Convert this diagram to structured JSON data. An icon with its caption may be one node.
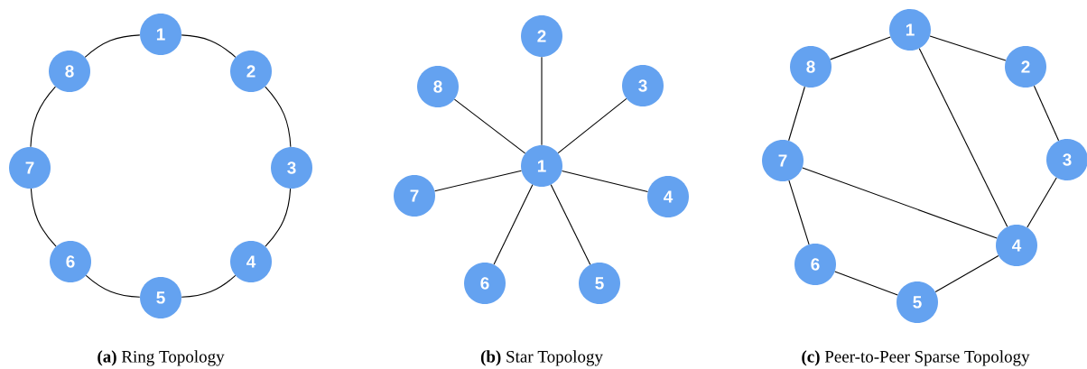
{
  "diagram": {
    "nodes": [
      {
        "text": [
          "1"
        ]
      },
      {
        "text": [
          "2"
        ]
      },
      {
        "text": [
          "3"
        ]
      },
      {
        "text": [
          "4"
        ]
      },
      {
        "text": [
          "5"
        ]
      },
      {
        "text": [
          "6"
        ]
      },
      {
        "text": [
          "7"
        ]
      },
      {
        "text": [
          "8"
        ]
      },
      {
        "text": [
          "2"
        ]
      },
      {
        "text": [
          "8"
        ]
      },
      {
        "text": [
          "3"
        ]
      },
      {
        "text": [
          "1"
        ]
      },
      {
        "text": [
          "7"
        ]
      },
      {
        "text": [
          "4"
        ]
      },
      {
        "text": [
          "6"
        ]
      },
      {
        "text": [
          "5"
        ]
      },
      {
        "text": [
          "1"
        ]
      },
      {
        "text": [
          "8"
        ]
      },
      {
        "text": [
          "2"
        ]
      },
      {
        "text": [
          "7"
        ]
      },
      {
        "text": [
          "3"
        ]
      },
      {
        "text": [
          "4"
        ]
      },
      {
        "text": [
          "6"
        ]
      },
      {
        "text": [
          "5"
        ]
      }
    ],
    "edges": [
      {
        "from": 0,
        "to": 1,
        "arrow": "none"
      },
      {
        "from": 1,
        "to": 2,
        "arrow": "none"
      },
      {
        "from": 2,
        "to": 3,
        "arrow": "none"
      },
      {
        "from": 3,
        "to": 4,
        "arrow": "none"
      },
      {
        "from": 4,
        "to": 5,
        "arrow": "none"
      },
      {
        "from": 5,
        "to": 6,
        "arrow": "none"
      },
      {
        "from": 6,
        "to": 7,
        "arrow": "none"
      },
      {
        "from": 7,
        "to": 0,
        "arrow": "none"
      },
      {
        "from": 11,
        "to": 8,
        "arrow": "none"
      },
      {
        "from": 11,
        "to": 10,
        "arrow": "none"
      },
      {
        "from": 11,
        "to": 13,
        "arrow": "none"
      },
      {
        "from": 11,
        "to": 15,
        "arrow": "none"
      },
      {
        "from": 11,
        "to": 14,
        "arrow": "none"
      },
      {
        "from": 11,
        "to": 12,
        "arrow": "none"
      },
      {
        "from": 11,
        "to": 9,
        "arrow": "none"
      },
      {
        "from": 16,
        "to": 18,
        "arrow": "none"
      },
      {
        "from": 18,
        "to": 20,
        "arrow": "none"
      },
      {
        "from": 20,
        "to": 21,
        "arrow": "none"
      },
      {
        "from": 21,
        "to": 23,
        "arrow": "none"
      },
      {
        "from": 23,
        "to": 22,
        "arrow": "none"
      },
      {
        "from": 22,
        "to": 19,
        "arrow": "none"
      },
      {
        "from": 19,
        "to": 17,
        "arrow": "none"
      },
      {
        "from": 17,
        "to": 16,
        "arrow": "none"
      },
      {
        "from": 16,
        "to": 21,
        "arrow": "none"
      },
      {
        "from": 19,
        "to": 21,
        "arrow": "none"
      }
    ],
    "labels": [
      "**(a)** Ring Topology",
      "**(b)** Star Topology",
      "**(c)** Peer-to-Peer Sparse Topology"
    ]
  }
}
